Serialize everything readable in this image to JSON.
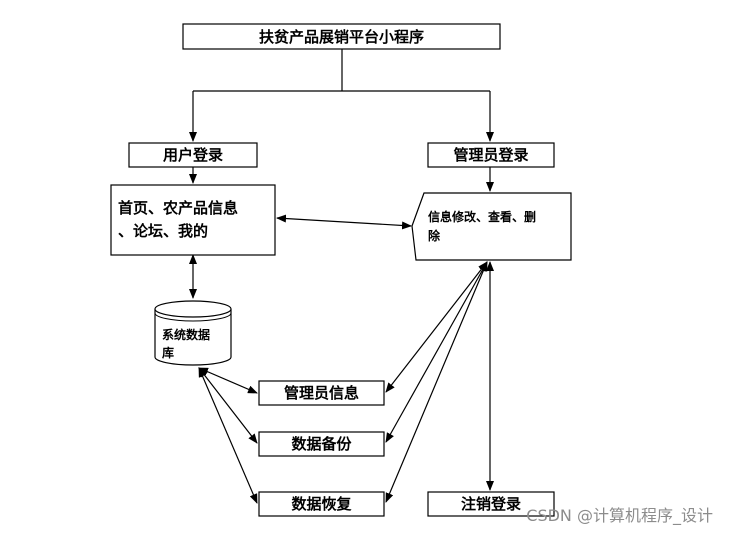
{
  "diagram": {
    "title": "扶贫产品展销平台小程序",
    "user_login": "用户登录",
    "admin_login": "管理员登录",
    "user_pages": {
      "line1": "首页、农产品信息",
      "line2": "、论坛、我的"
    },
    "admin_ops": {
      "line1": "信息修改、查看、删",
      "line2": "除"
    },
    "database": {
      "line1": "系统数据",
      "line2": "库"
    },
    "admin_info": "管理员信息",
    "data_backup": "数据备份",
    "data_restore": "数据恢复",
    "logout": "注销登录"
  },
  "watermark": "CSDN @计算机程序_设计"
}
